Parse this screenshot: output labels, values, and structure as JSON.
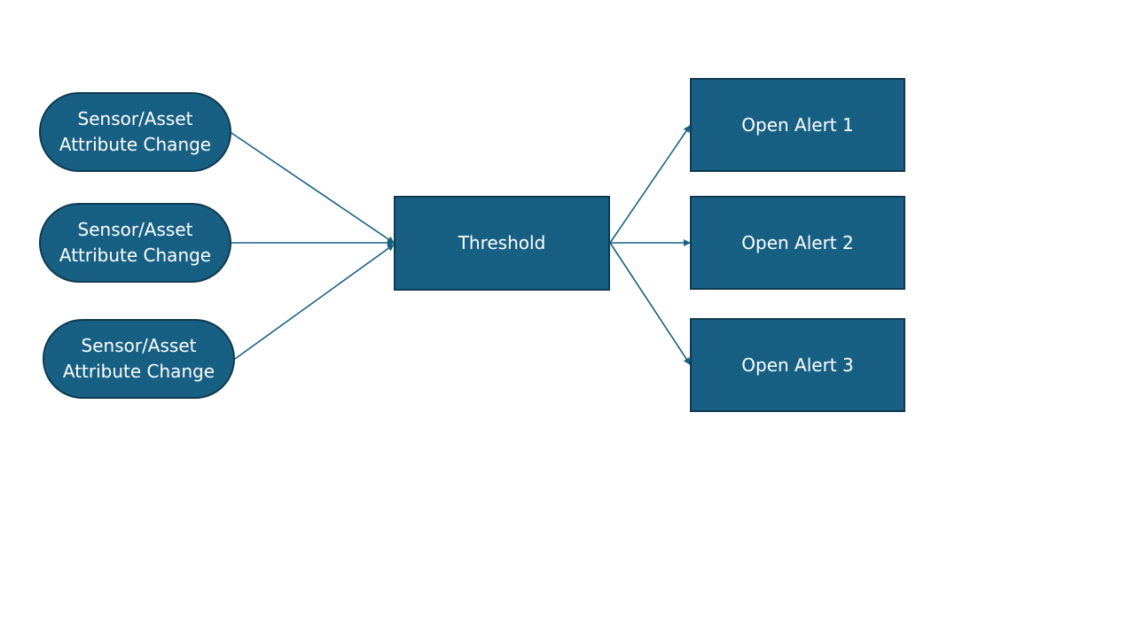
{
  "diagram": {
    "sources": [
      {
        "line1": "Sensor/Asset",
        "line2": "Attribute Change"
      },
      {
        "line1": "Sensor/Asset",
        "line2": "Attribute Change"
      },
      {
        "line1": "Sensor/Asset",
        "line2": "Attribute Change"
      }
    ],
    "process": {
      "label": "Threshold"
    },
    "alerts": [
      {
        "label": "Open Alert 1"
      },
      {
        "label": "Open Alert 2"
      },
      {
        "label": "Open Alert 3"
      }
    ]
  },
  "colors": {
    "node_fill": "#176084",
    "node_border": "#0f3a50",
    "connector": "#176084",
    "text": "#ffffff",
    "background": "#ffffff"
  }
}
